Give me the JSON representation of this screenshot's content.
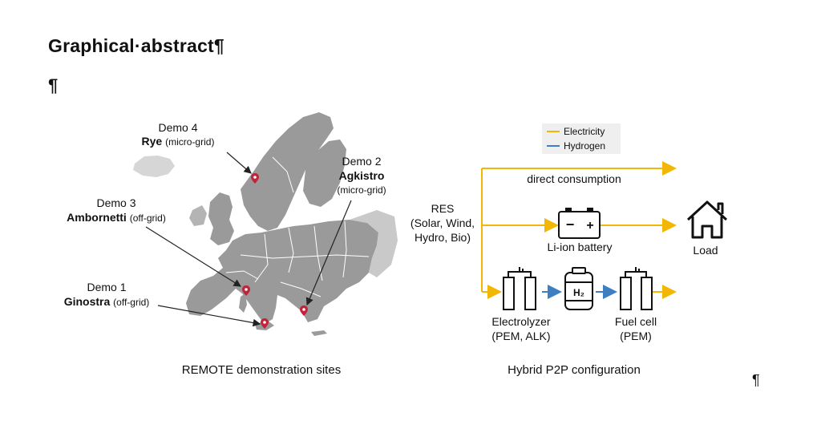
{
  "header": {
    "title": "Graphical·abstract¶",
    "para_mark": "¶",
    "end_mark": "¶"
  },
  "map": {
    "caption": "REMOTE demonstration sites",
    "demos": [
      {
        "id": "demo4",
        "label": "Demo 4",
        "name": "Rye",
        "type": "(micro-grid)"
      },
      {
        "id": "demo2",
        "label": "Demo 2",
        "name": "Agkistro",
        "type": "(micro-grid)"
      },
      {
        "id": "demo3",
        "label": "Demo 3",
        "name": "Ambornetti",
        "type": "(off-grid)"
      },
      {
        "id": "demo1",
        "label": "Demo 1",
        "name": "Ginostra",
        "type": "(off-grid)"
      }
    ],
    "colors": {
      "land": "#9a9a9a",
      "land_light": "#d6d6d6",
      "pin": "#c0243a",
      "border": "#ffffff"
    }
  },
  "p2p": {
    "caption": "Hybrid P2P configuration",
    "legend": [
      {
        "label": "Electricity",
        "color": "#f2b705"
      },
      {
        "label": "Hydrogen",
        "color": "#3d7fc1"
      }
    ],
    "res_lines": [
      "RES",
      "(Solar, Wind,",
      "Hydro, Bio)"
    ],
    "direct_label": "direct consumption",
    "battery_label": "Li-ion battery",
    "battery_minus": "−",
    "battery_plus": "+",
    "load_label": "Load",
    "electrolyzer_lines": [
      "Electrolyzer",
      "(PEM, ALK)"
    ],
    "h2_label": "H₂",
    "fuelcell_lines": [
      "Fuel cell",
      "(PEM)"
    ]
  }
}
